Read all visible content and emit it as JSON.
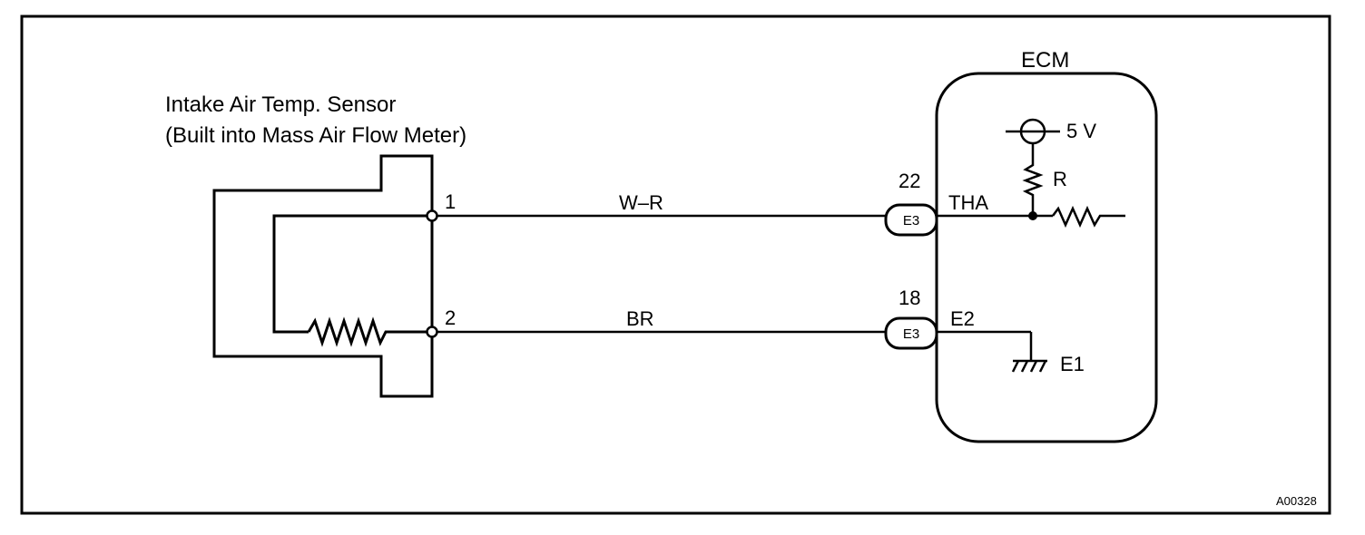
{
  "sensor": {
    "title_line1": "Intake Air Temp. Sensor",
    "title_line2": "(Built into Mass Air Flow Meter)",
    "pin1": "1",
    "pin2": "2"
  },
  "wires": {
    "upper_color": "W–R",
    "lower_color": "BR"
  },
  "connectors": {
    "upper": {
      "pin": "22",
      "label": "E3"
    },
    "lower": {
      "pin": "18",
      "label": "E3"
    }
  },
  "ecm": {
    "title": "ECM",
    "supply": "5 V",
    "resistor": "R",
    "tha": "THA",
    "e2": "E2",
    "e1": "E1"
  },
  "figure_code": "A00328"
}
